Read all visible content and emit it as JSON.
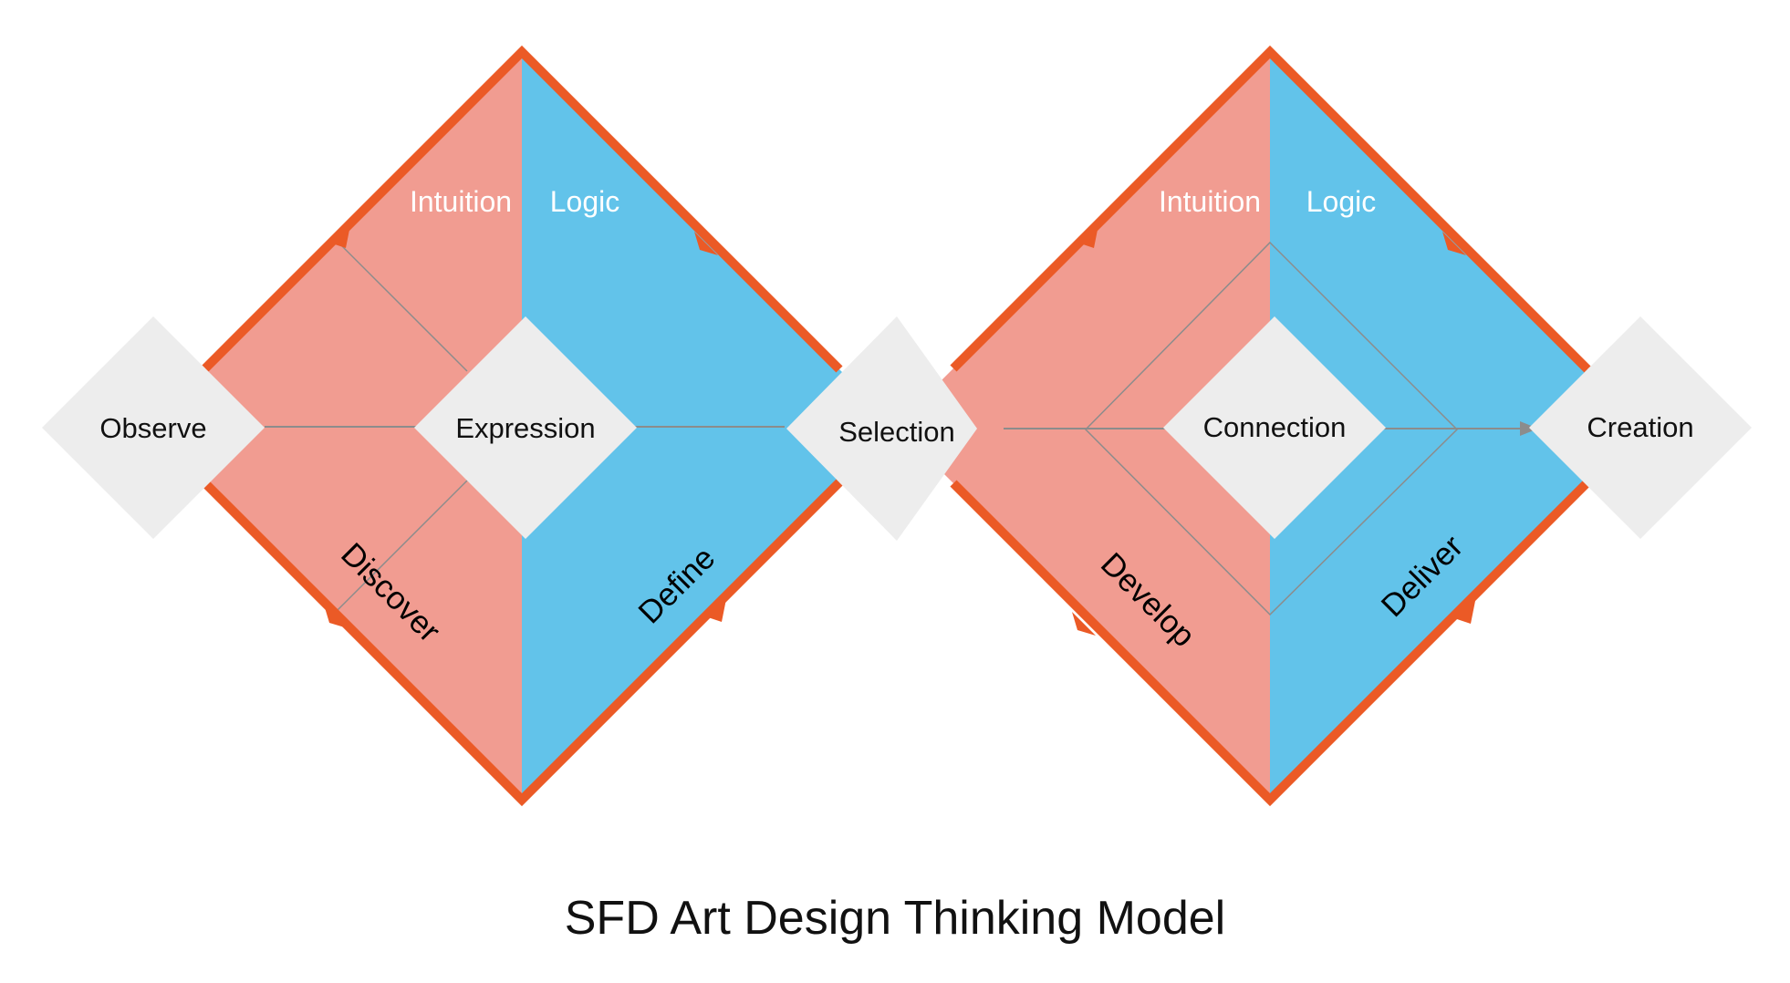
{
  "title": "SFD Art Design Thinking Model",
  "modes": {
    "intuition_left": "Intuition",
    "logic_left": "Logic",
    "intuition_right": "Intuition",
    "logic_right": "Logic"
  },
  "stages": {
    "discover": "Discover",
    "define": "Define",
    "develop": "Develop",
    "deliver": "Deliver"
  },
  "nodes": {
    "observe": "Observe",
    "expression": "Expression",
    "selection": "Selection",
    "connection": "Connection",
    "creation": "Creation"
  },
  "colors": {
    "intuition_fill": "#F19C91",
    "logic_fill": "#62C3EA",
    "border": "#EB5A26",
    "node_fill": "#EDEDED",
    "guide_line": "#8C8C8C"
  }
}
